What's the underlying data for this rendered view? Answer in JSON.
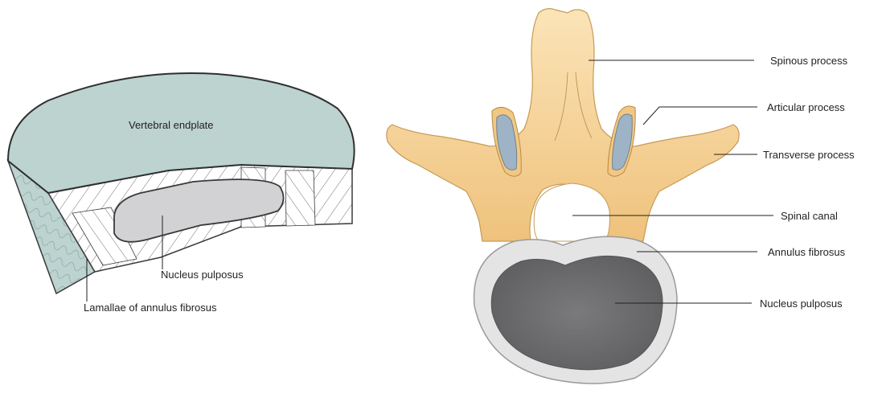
{
  "disc_cutaway": {
    "labels": {
      "vertebral_endplate": "Vertebral endplate",
      "nucleus_pulposus": "Nucleus pulposus",
      "lamellae": "Lamallae of annulus fibrosus"
    },
    "colors": {
      "endplate": "#bcd3d0",
      "nucleus": "#d2d2d4",
      "outline": "#3a3a3a"
    }
  },
  "vertebra": {
    "labels": {
      "spinous_process": "Spinous process",
      "articular_process": "Articular process",
      "transverse_process": "Transverse process",
      "spinal_canal": "Spinal canal",
      "annulus_fibrosus": "Annulus fibrosus",
      "nucleus_pulposus": "Nucleus pulposus"
    },
    "colors": {
      "bone": "#f6d39a",
      "bone_shade": "#e9b46a",
      "facet": "#9eb4c6",
      "annulus": "#e4e4e4",
      "nucleus": "#6e6e70"
    }
  }
}
